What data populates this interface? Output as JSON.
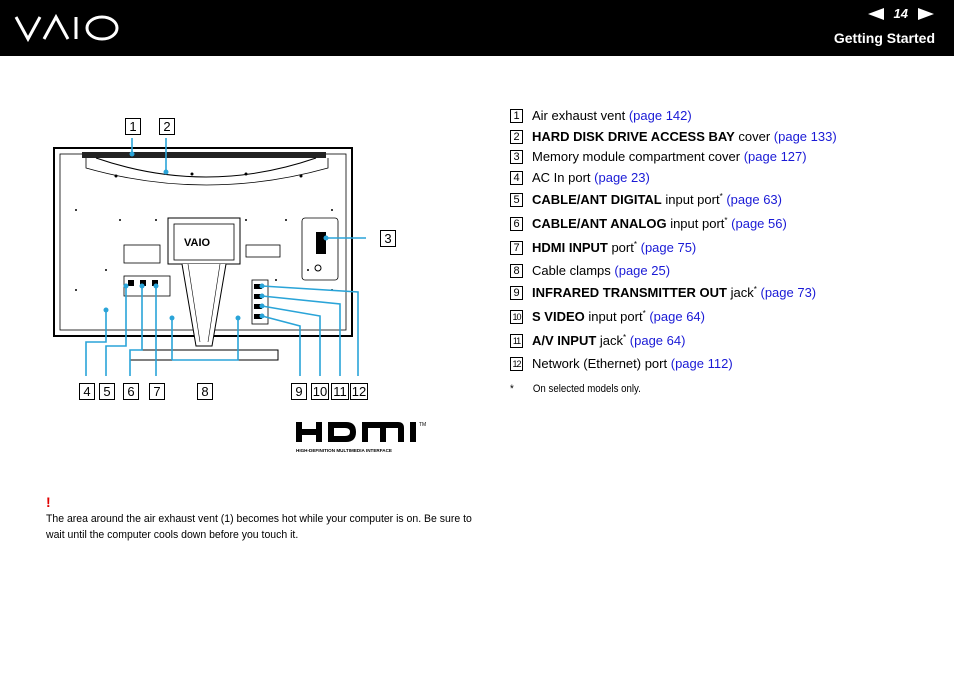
{
  "header": {
    "page_number": "14",
    "section_title": "Getting Started"
  },
  "legend": {
    "items": [
      {
        "num": "1",
        "bold": "",
        "text": "Air exhaust vent",
        "sup": "",
        "link": "(page 142)"
      },
      {
        "num": "2",
        "bold": "HARD DISK DRIVE ACCESS BAY",
        "text": " cover",
        "sup": "",
        "link": "(page 133)"
      },
      {
        "num": "3",
        "bold": "",
        "text": "Memory module compartment cover",
        "sup": "",
        "link": "(page 127)"
      },
      {
        "num": "4",
        "bold": "",
        "text": "AC In port",
        "sup": "",
        "link": "(page 23)"
      },
      {
        "num": "5",
        "bold": "CABLE/ANT DIGITAL",
        "text": " input port",
        "sup": "*",
        "link": "(page 63)"
      },
      {
        "num": "6",
        "bold": "CABLE/ANT ANALOG",
        "text": " input port",
        "sup": "*",
        "link": "(page 56)"
      },
      {
        "num": "7",
        "bold": "HDMI INPUT",
        "text": " port",
        "sup": "*",
        "link": "(page 75)"
      },
      {
        "num": "8",
        "bold": "",
        "text": "Cable clamps",
        "sup": "",
        "link": "(page 25)"
      },
      {
        "num": "9",
        "bold": "INFRARED TRANSMITTER OUT",
        "text": " jack",
        "sup": "*",
        "link": "(page 73)"
      },
      {
        "num": "10",
        "bold": "S VIDEO",
        "text": " input port",
        "sup": "*",
        "link": "(page 64)"
      },
      {
        "num": "11",
        "bold": "A/V INPUT",
        "text": " jack",
        "sup": "*",
        "link": "(page 64)"
      },
      {
        "num": "12",
        "bold": "",
        "text": "Network (Ethernet) port",
        "sup": "",
        "link": "(page 112)"
      }
    ],
    "footnote_mark": "*",
    "footnote_text": "On selected models only."
  },
  "diagram": {
    "callouts": [
      "1",
      "2",
      "3",
      "4",
      "5",
      "6",
      "7",
      "8",
      "9",
      "10",
      "11",
      "12"
    ]
  },
  "hdmi_logo": {
    "tagline": "HIGH-DEFINITION MULTIMEDIA INTERFACE",
    "tm": "TM"
  },
  "note": {
    "mark": "!",
    "text": "The area around the air exhaust vent (1) becomes hot while your computer is on. Be sure to wait until the computer cools down before you touch it."
  }
}
